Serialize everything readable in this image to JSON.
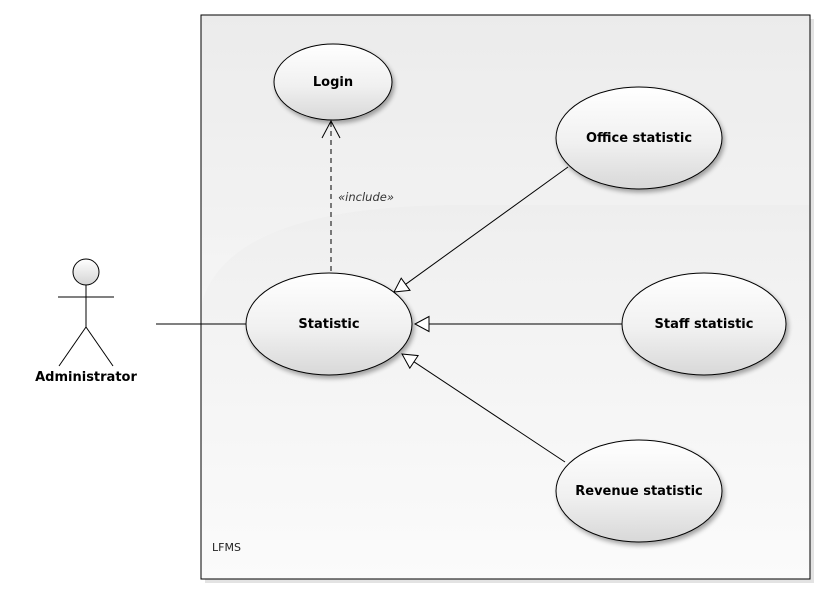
{
  "system": {
    "name": "LFMS"
  },
  "actor": {
    "name": "Administrator"
  },
  "use_cases": {
    "login": "Login",
    "statistic": "Statistic",
    "office_statistic": "Office statistic",
    "staff_statistic": "Staff statistic",
    "revenue_statistic": "Revenue statistic"
  },
  "relations": {
    "include_stereotype": "«include»"
  },
  "colors": {
    "line": "#000000",
    "ellipse_top": "#ffffff",
    "ellipse_bottom": "#dcdcdc",
    "boundary_fill": "#eeeeee"
  }
}
